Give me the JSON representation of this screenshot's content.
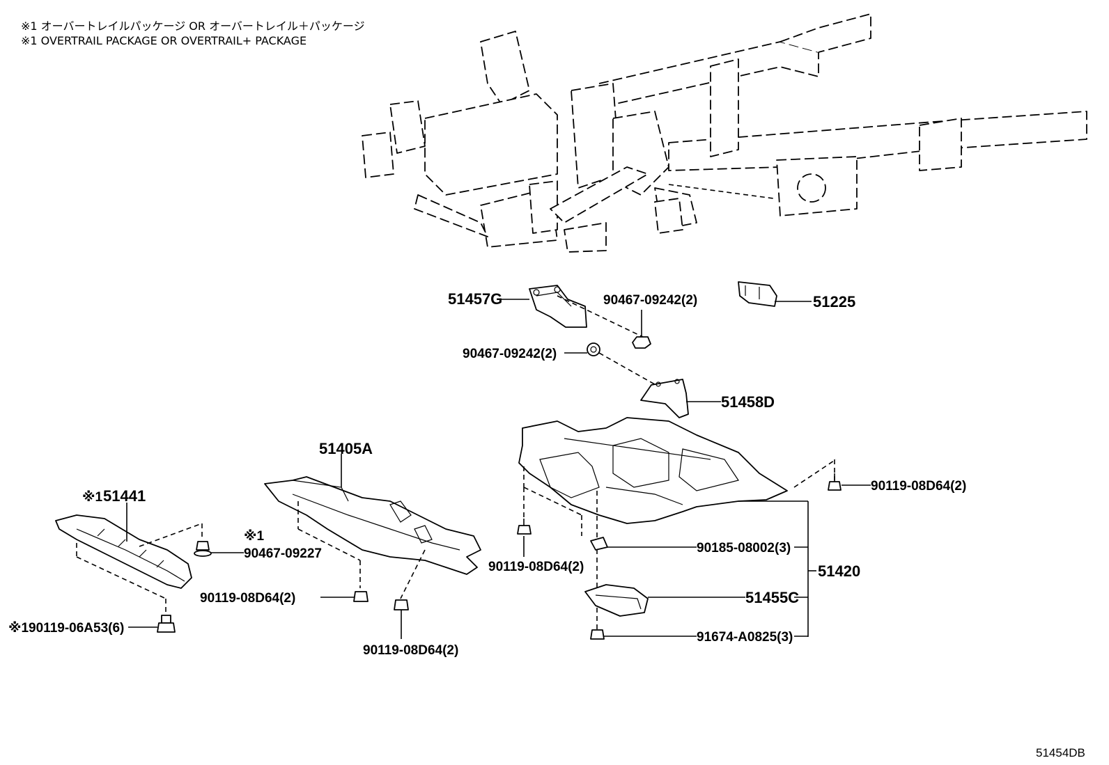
{
  "notes": {
    "line1": "※1 オーバートレイルパッケージ OR オーバートレイル＋パッケージ",
    "line2": "※1 OVERTRAIL PACKAGE OR OVERTRAIL+ PACKAGE"
  },
  "labels": {
    "p51457G": "51457G",
    "p90467_09242_a": "90467-09242(2)",
    "p51225": "51225",
    "p90467_09242_b": "90467-09242(2)",
    "p51458D": "51458D",
    "p51405A": "51405A",
    "p51441_mark": "※1",
    "p51441": "51441",
    "p90467_09227_mark": "※1",
    "p90467_09227": "90467-09227",
    "p90119_08D64_right": "90119-08D64(2)",
    "p90119_08D64_center": "90119-08D64(2)",
    "p90185_08002": "90185-08002(3)",
    "p51420": "51420",
    "p51455C": "51455C",
    "p91674_A0825": "91674-A0825(3)",
    "p90119_08D64_left": "90119-08D64(2)",
    "p90119_08D64_bottom": "90119-08D64(2)",
    "p90119_06A53": "※190119-06A53(6)",
    "diagram_id": "51454DB"
  }
}
